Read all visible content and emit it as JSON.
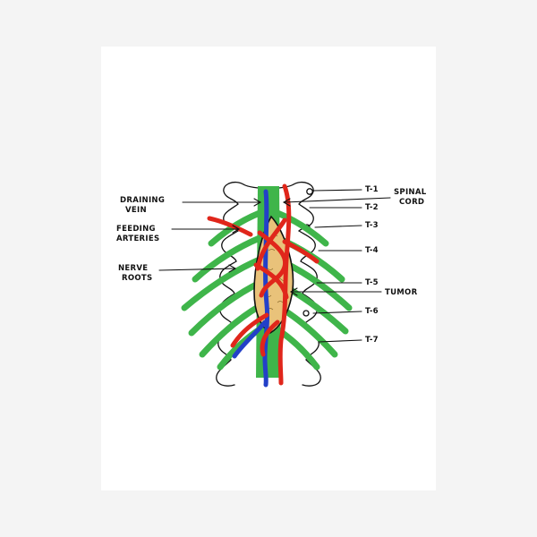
{
  "colors": {
    "nerve": "#3fb54a",
    "artery": "#e0261b",
    "vein": "#2340c8",
    "tumor": "#e9c27a",
    "outline": "#111111",
    "print_bg": "#ffffff",
    "frame_bg": "#f4f4f4"
  },
  "labels": {
    "draining_vein": [
      "DRAINING",
      "VEIN"
    ],
    "feeding_arteries": [
      "FEEDING",
      "ARTERIES"
    ],
    "nerve_roots": [
      "NERVE",
      "ROOTS"
    ],
    "spinal_cord": [
      "SPINAL",
      "CORD"
    ],
    "tumor": "TUMOR",
    "vertebrae": [
      "T-1",
      "T-2",
      "T-3",
      "T-4",
      "T-5",
      "T-6",
      "T-7"
    ]
  }
}
